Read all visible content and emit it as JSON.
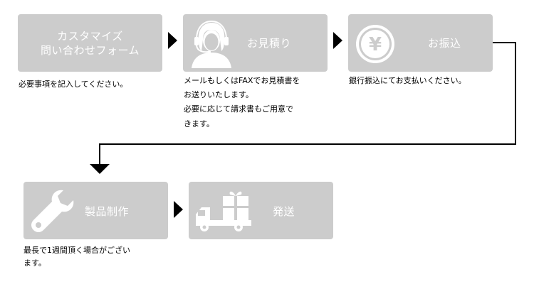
{
  "steps": [
    {
      "line1": "カスタマイズ",
      "line2": "問い合わせフォーム"
    },
    {
      "label": "お見積り",
      "icon": "operator-headset-icon"
    },
    {
      "label": "お振込",
      "icon": "yen-icon"
    },
    {
      "label": "製品制作",
      "icon": "wrench-icon"
    },
    {
      "label": "発送",
      "icon": "delivery-truck-icon"
    }
  ],
  "descriptions": {
    "step1": "必要事項を記入してください。",
    "step2": [
      "メールもしくはFAXでお見積書を",
      "お送りいたします。",
      "必要に応じて請求書もご用意で",
      "きます。"
    ],
    "step3": "銀行振込にてお支払いください。",
    "step4": [
      "最長で1週間頂く場合がござい",
      "ます。"
    ]
  },
  "colors": {
    "box": "#cccccc",
    "text": "#ffffff",
    "arrow": "#000000"
  }
}
